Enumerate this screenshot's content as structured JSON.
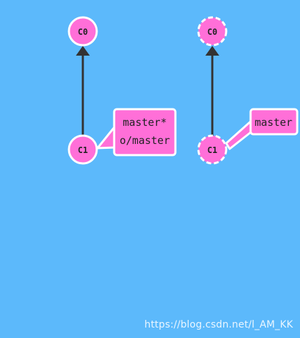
{
  "local": {
    "commits": [
      {
        "id": "C0",
        "style": "solid"
      },
      {
        "id": "C1",
        "style": "solid"
      }
    ],
    "branch_labels": [
      "master*",
      "o/master"
    ]
  },
  "remote": {
    "commits": [
      {
        "id": "C0",
        "style": "dashed"
      },
      {
        "id": "C1",
        "style": "dashed"
      }
    ],
    "branch_labels": [
      "master"
    ]
  },
  "watermark": "https://blog.csdn.net/l_AM_KK",
  "colors": {
    "background": "#5cb9fb",
    "commit_fill": "#ff6fd8",
    "edge": "#333333",
    "outline": "#ffffff"
  }
}
